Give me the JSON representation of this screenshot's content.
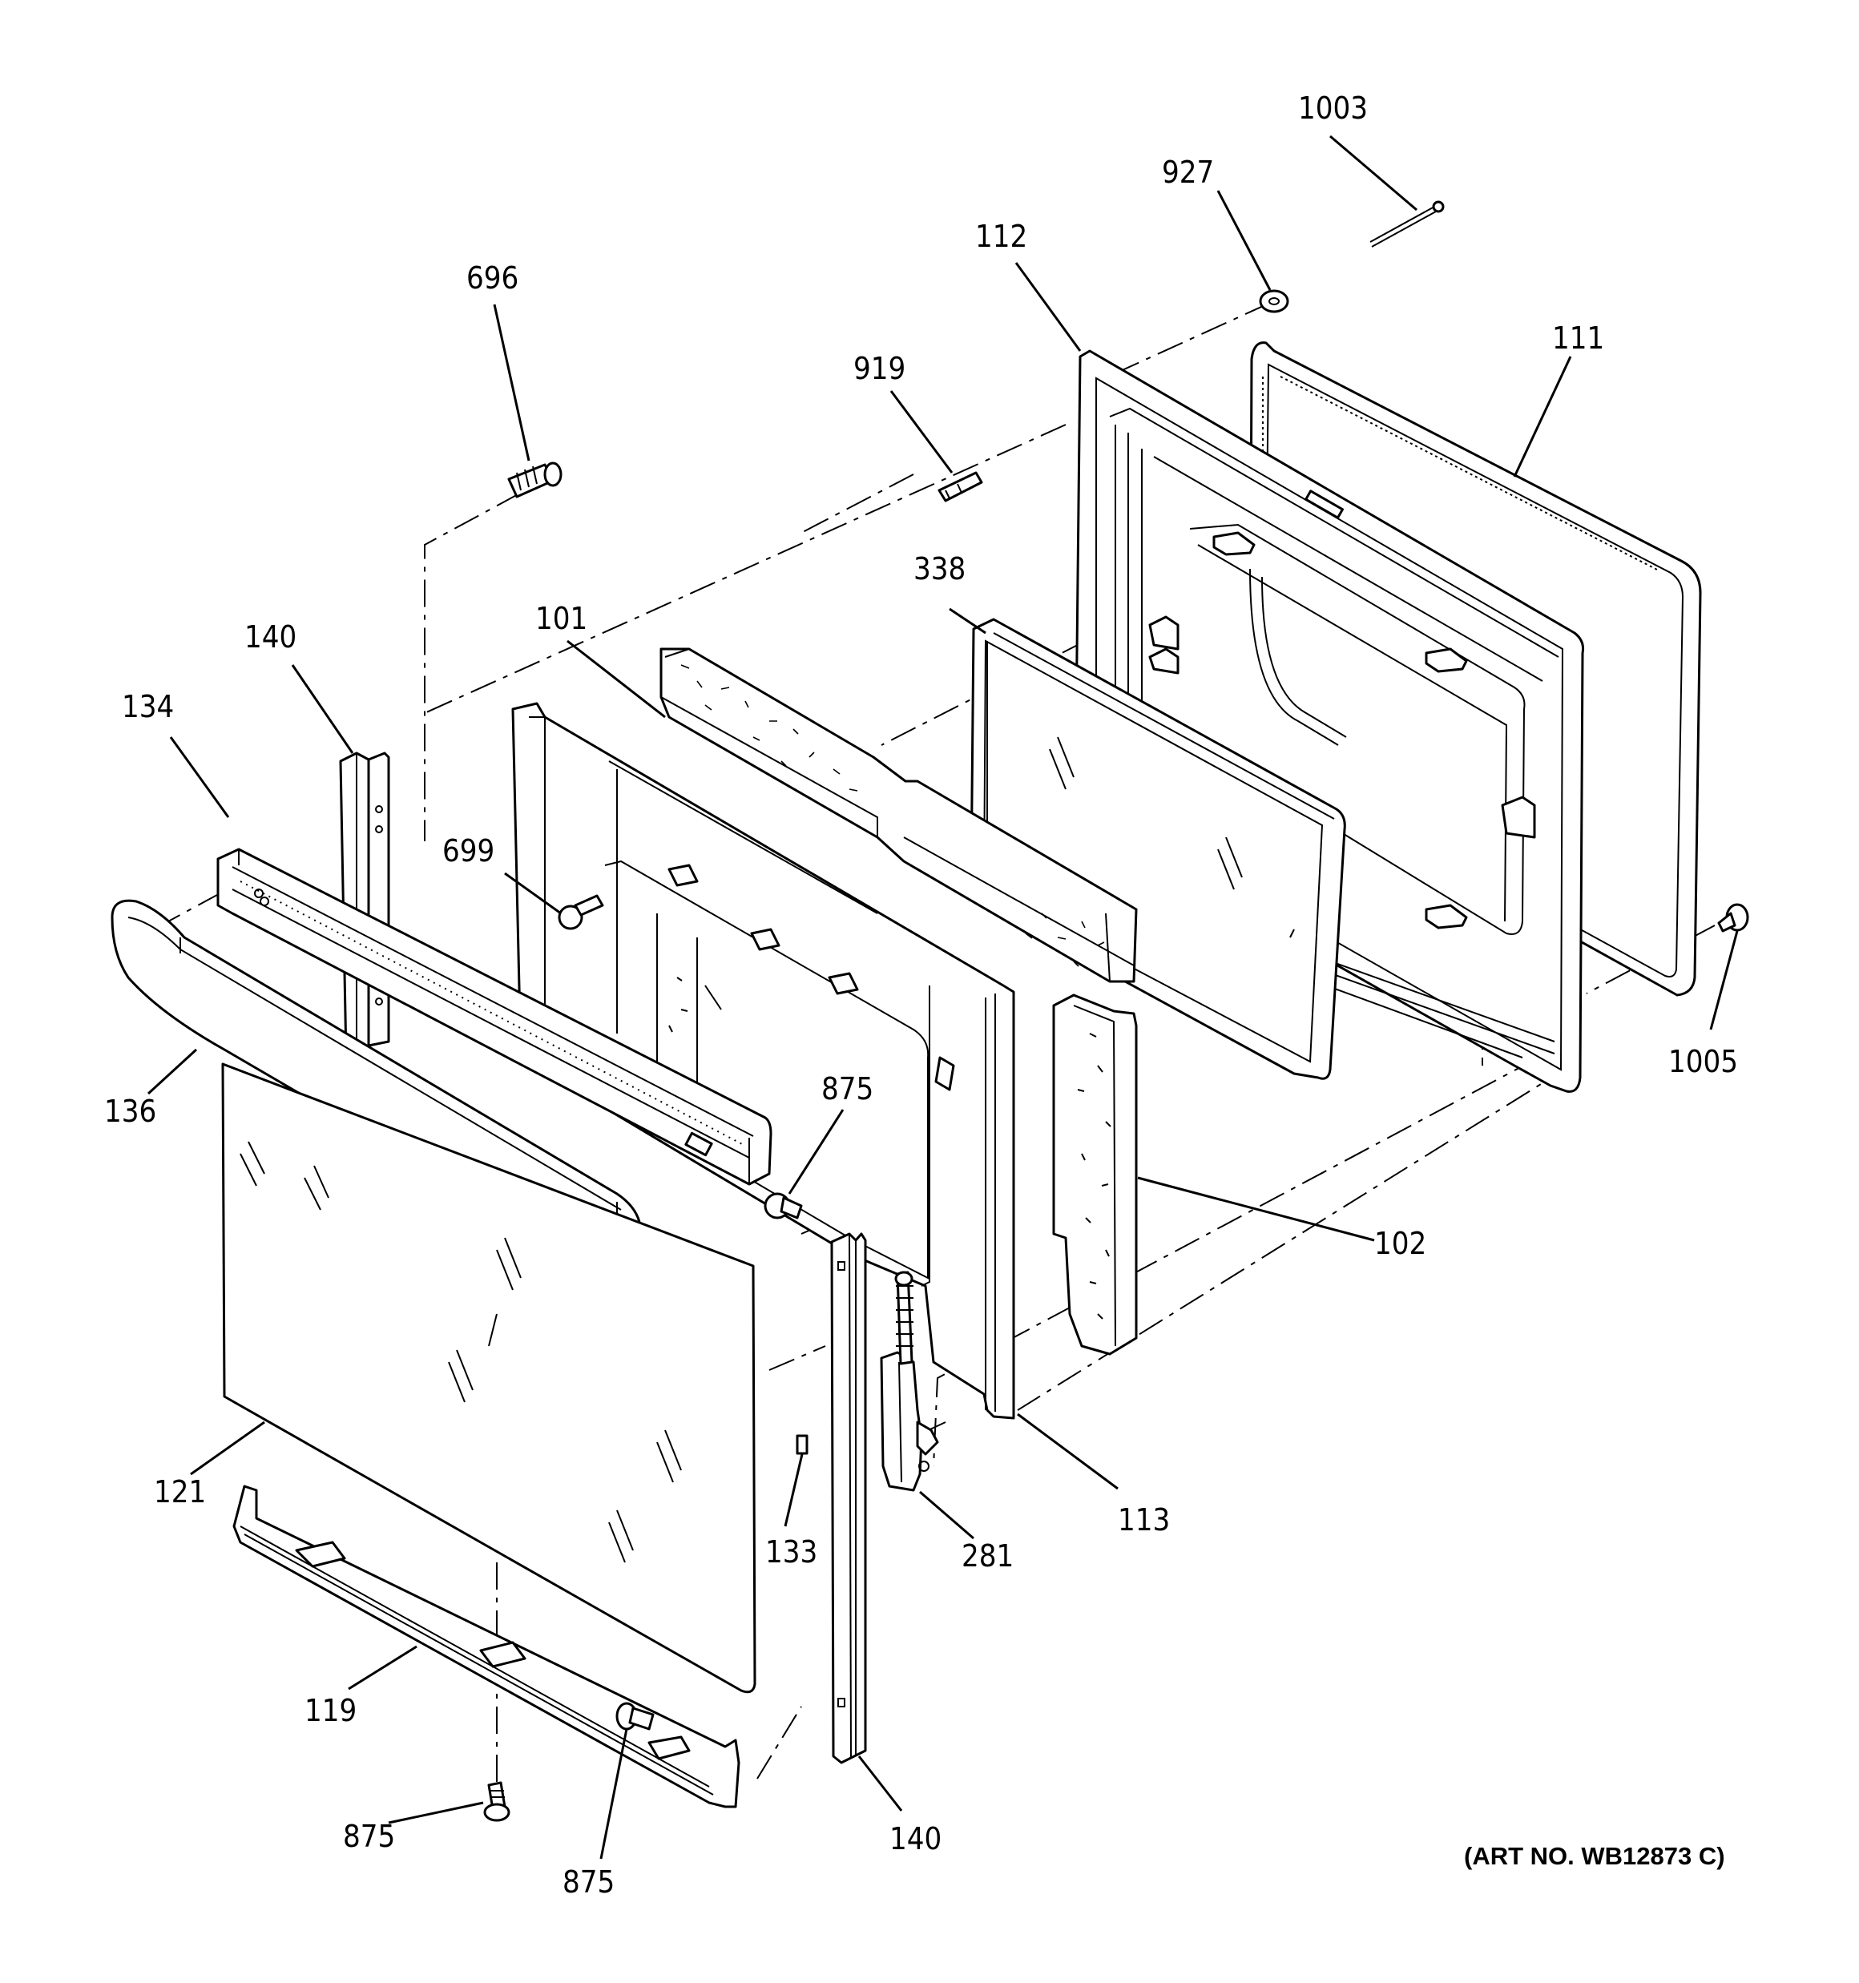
{
  "art_number": "(ART NO. WB12873 C)",
  "parts": [
    {
      "id": "p1003",
      "label": "1003"
    },
    {
      "id": "p927",
      "label": "927"
    },
    {
      "id": "p112",
      "label": "112"
    },
    {
      "id": "p111",
      "label": "111"
    },
    {
      "id": "p696",
      "label": "696"
    },
    {
      "id": "p919",
      "label": "919"
    },
    {
      "id": "p338",
      "label": "338"
    },
    {
      "id": "p101",
      "label": "101"
    },
    {
      "id": "p140a",
      "label": "140"
    },
    {
      "id": "p134",
      "label": "134"
    },
    {
      "id": "p699",
      "label": "699"
    },
    {
      "id": "p875a",
      "label": "875"
    },
    {
      "id": "p136",
      "label": "136"
    },
    {
      "id": "p1005",
      "label": "1005"
    },
    {
      "id": "p102",
      "label": "102"
    },
    {
      "id": "p121",
      "label": "121"
    },
    {
      "id": "p133",
      "label": "133"
    },
    {
      "id": "p113",
      "label": "113"
    },
    {
      "id": "p281",
      "label": "281"
    },
    {
      "id": "p119",
      "label": "119"
    },
    {
      "id": "p875b",
      "label": "875"
    },
    {
      "id": "p875c",
      "label": "875"
    },
    {
      "id": "p140b",
      "label": "140"
    }
  ]
}
